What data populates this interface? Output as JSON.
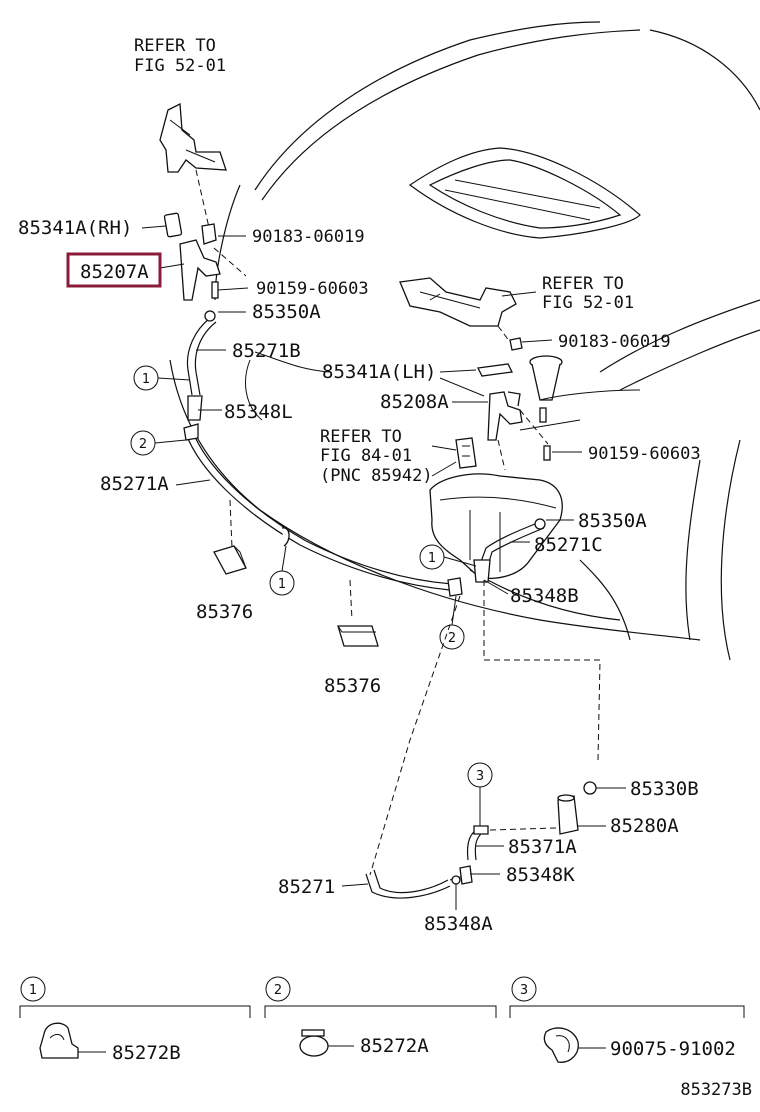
{
  "labels": {
    "refer_fig_52_top": [
      "REFER TO",
      "FIG 52-01"
    ],
    "p85341a_rh": "85341A(RH)",
    "p90183_top": "90183-06019",
    "p85207a": "85207A",
    "p90159_top": "90159-60603",
    "p85350a_left": "85350A",
    "p85271b": "85271B",
    "refer_fig_52_right": [
      "REFER TO",
      "FIG 52-01"
    ],
    "p90183_right": "90183-06019",
    "p85341a_lh": "85341A(LH)",
    "p85348l": "85348L",
    "p85208a": "85208A",
    "refer_fig_84": [
      "REFER TO",
      "FIG 84-01",
      "(PNC 85942)"
    ],
    "p90159_right": "90159-60603",
    "p85271a": "85271A",
    "p85350a_right": "85350A",
    "p85271c": "85271C",
    "p85376_left": "85376",
    "p85348b": "85348B",
    "p85376_mid": "85376",
    "p85330b": "85330B",
    "p85280a": "85280A",
    "p85371a": "85371A",
    "p85271": "85271",
    "p85348k": "85348K",
    "p85348a": "85348A",
    "legend_1_part": "85272B",
    "legend_2_part": "85272A",
    "legend_3_part": "90075-91002",
    "diagram_id": "853273B"
  },
  "callouts": {
    "c1": "1",
    "c2": "2",
    "c3": "3"
  },
  "highlight": {
    "part": "85207A",
    "color": "#8a1c3a"
  }
}
